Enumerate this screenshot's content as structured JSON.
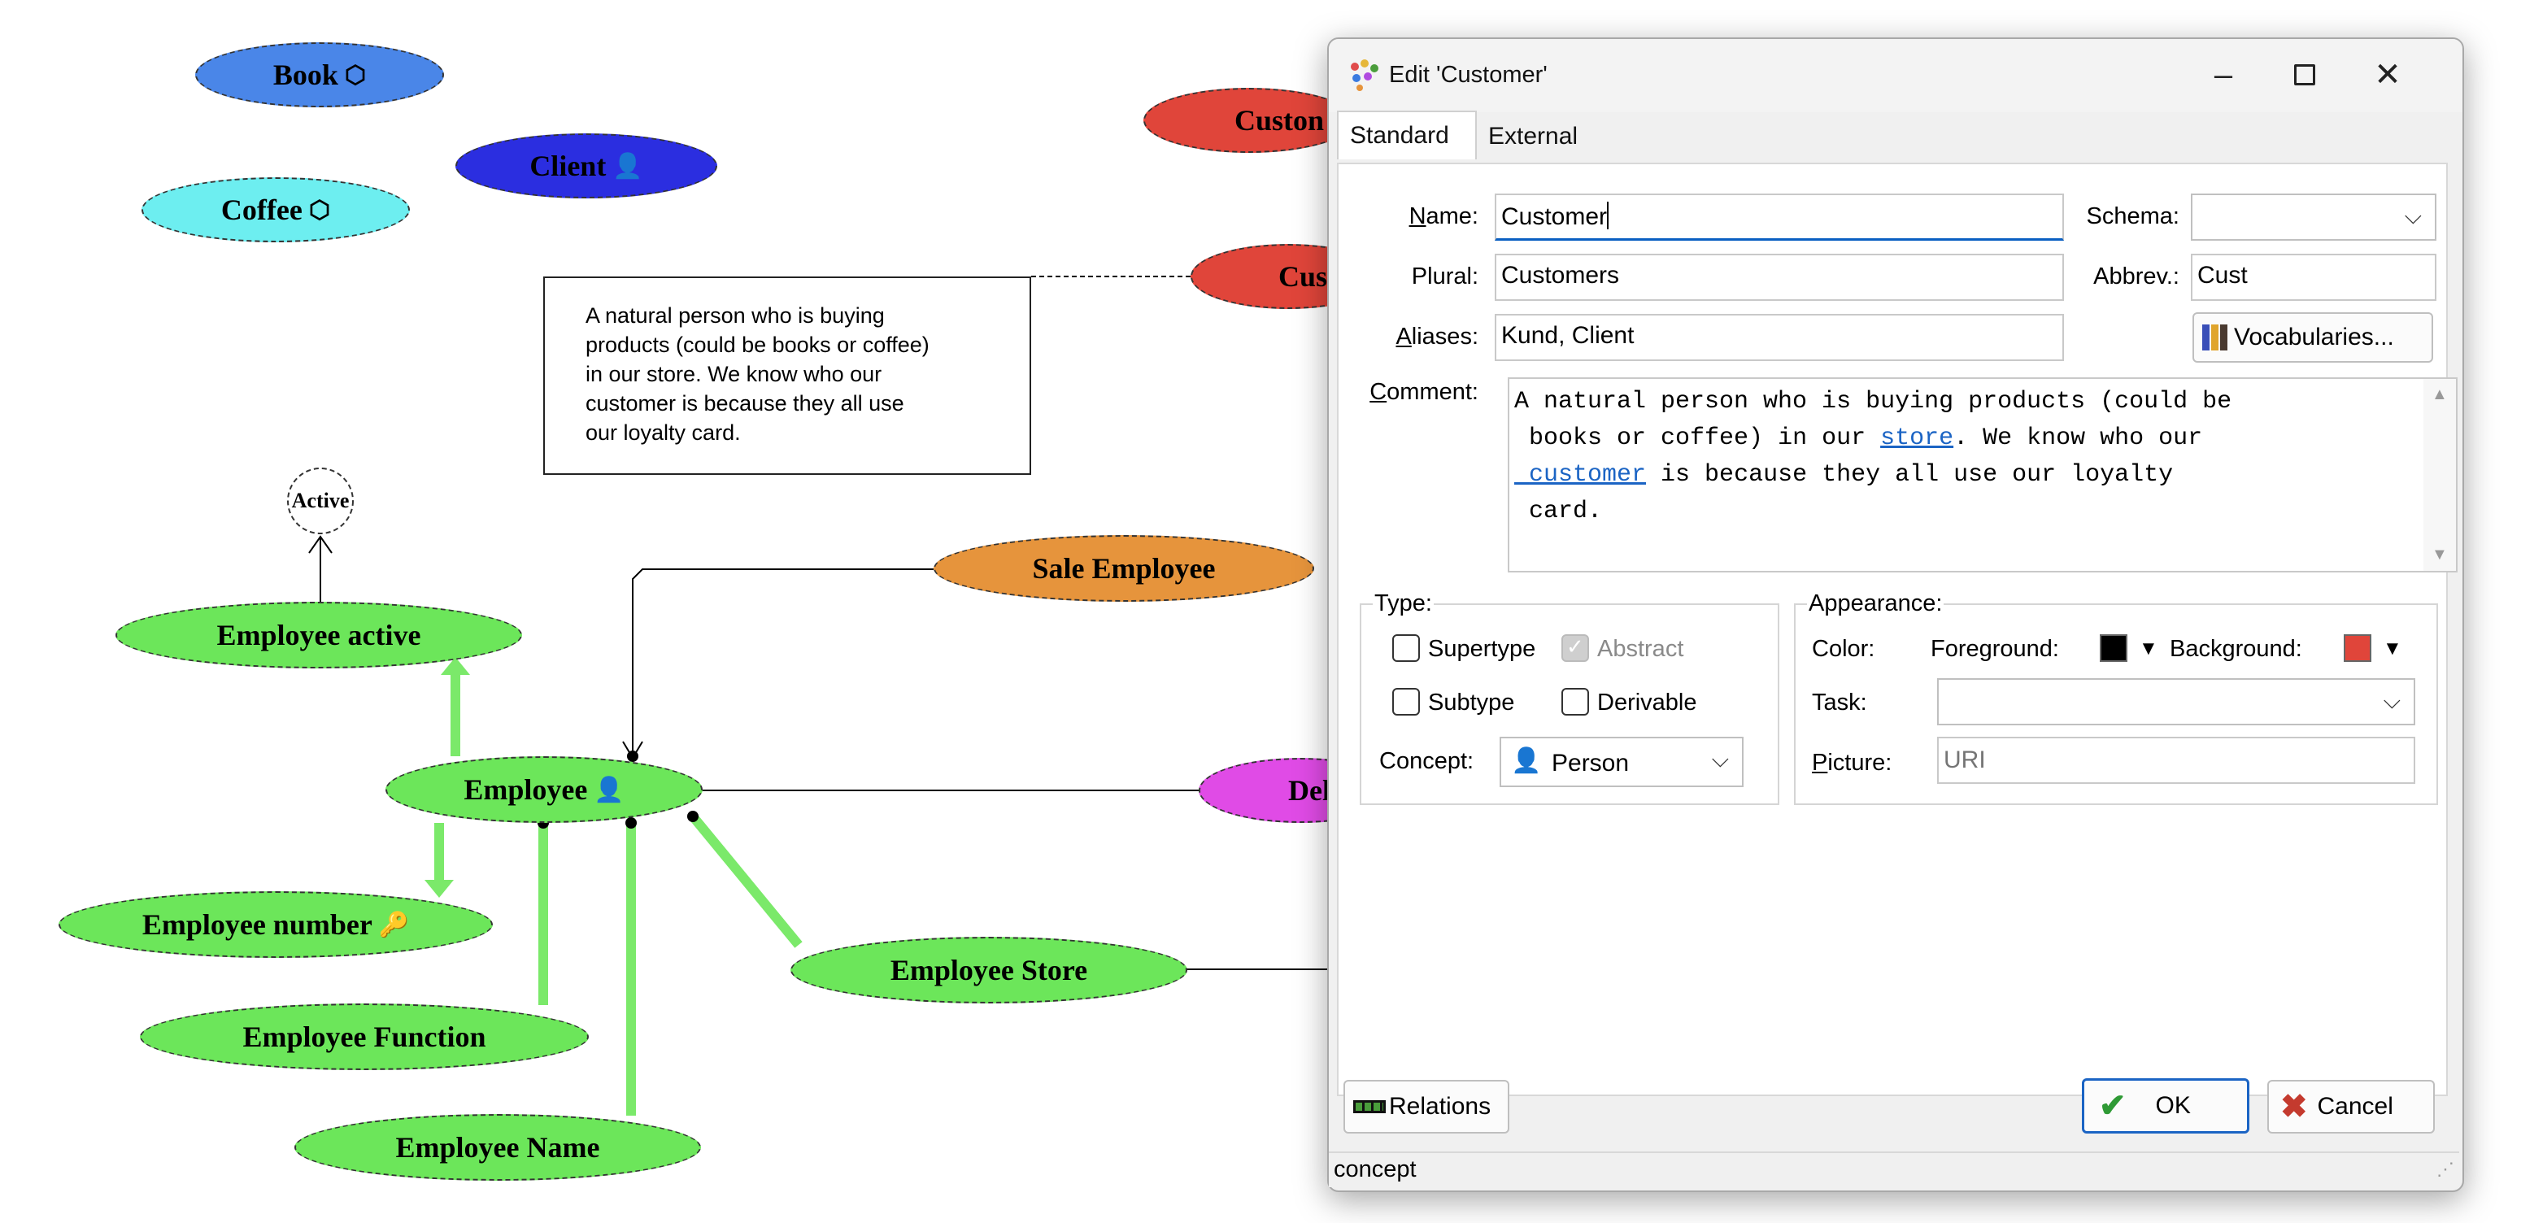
{
  "diagram": {
    "nodes": {
      "book": {
        "label": "Book",
        "icon": "cube-icon",
        "color": "#4a86e8"
      },
      "coffee": {
        "label": "Coffee",
        "icon": "cube-icon",
        "color": "#6deef0"
      },
      "client": {
        "label": "Client",
        "icon": "person-icon",
        "color": "#2b2ee0"
      },
      "customer_top": {
        "label": "Custon",
        "color": "#e0453a"
      },
      "customer_mid": {
        "label": "Cus",
        "color": "#e0453a"
      },
      "active": {
        "label": "Active"
      },
      "sale_employee": {
        "label": "Sale Employee",
        "color": "#e6943c"
      },
      "employee_active": {
        "label": "Employee active",
        "color": "#6ce65a"
      },
      "employee": {
        "label": "Employee",
        "icon": "person-icon",
        "color": "#6ce65a"
      },
      "deliverer": {
        "label": "Del",
        "color": "#e04be6"
      },
      "employee_number": {
        "label": "Employee number",
        "icon": "key-icon",
        "color": "#6ce65a"
      },
      "employee_store": {
        "label": "Employee Store",
        "color": "#6ce65a"
      },
      "employee_function": {
        "label": "Employee Function",
        "color": "#6ce65a"
      },
      "employee_name": {
        "label": "Employee Name",
        "color": "#6ce65a"
      }
    },
    "note": {
      "lines": [
        "A natural person who is buying",
        "products (could be books or coffee)",
        "in our store. We know who our",
        "customer is because they all use",
        "our loyalty  card."
      ]
    }
  },
  "dialog": {
    "title": "Edit 'Customer'",
    "tabs": [
      {
        "label": "Standard",
        "active": true
      },
      {
        "label": "External",
        "active": false
      }
    ],
    "name": {
      "label": "Name:",
      "value": "Customer"
    },
    "schema": {
      "label": "Schema:",
      "value": ""
    },
    "plural": {
      "label": "Plural:",
      "value": "Customers"
    },
    "abbrev": {
      "label": "Abbrev.:",
      "value": "Cust"
    },
    "aliases": {
      "label": "Aliases:",
      "value": "Kund, Client"
    },
    "vocabularies_button": "Vocabularies...",
    "comment": {
      "label": "Comment:",
      "line1": "A natural person who is buying products (could be",
      "line2_a": " books or coffee) in our ",
      "line2_link": "store",
      "line2_b": ". We know who our",
      "line3_link": " customer",
      "line3_b": " is because they all use our loyalty",
      "line4": " card."
    },
    "type_group": {
      "label": "Type:",
      "supertype": {
        "label": "Supertype",
        "checked": false
      },
      "abstract": {
        "label": "Abstract",
        "checked": true,
        "disabled": true
      },
      "subtype": {
        "label": "Subtype",
        "checked": false
      },
      "derivable": {
        "label": "Derivable",
        "checked": false
      },
      "concept_label": "Concept:",
      "concept_value": "Person"
    },
    "appearance_group": {
      "label": "Appearance:",
      "color_label": "Color:",
      "foreground_label": "Foreground:",
      "foreground_color": "#000000",
      "background_label": "Background:",
      "background_color": "#e0453a",
      "task_label": "Task:",
      "task_value": "",
      "picture_label": "Picture:",
      "picture_placeholder": "URI"
    },
    "relations_button": "Relations",
    "ok_button": "OK",
    "cancel_button": "Cancel",
    "status_text": "concept"
  }
}
